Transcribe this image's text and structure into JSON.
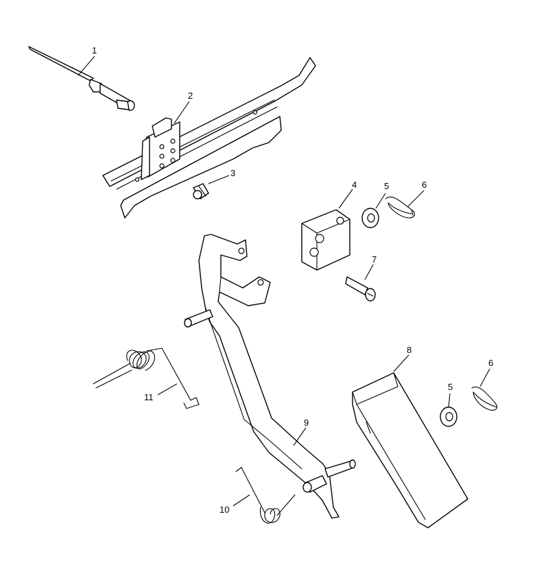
{
  "callouts": [
    {
      "id": "c1",
      "label": "1"
    },
    {
      "id": "c2",
      "label": "2"
    },
    {
      "id": "c3",
      "label": "3"
    },
    {
      "id": "c4",
      "label": "4"
    },
    {
      "id": "c5a",
      "label": "5"
    },
    {
      "id": "c6a",
      "label": "6"
    },
    {
      "id": "c7",
      "label": "7"
    },
    {
      "id": "c8",
      "label": "8"
    },
    {
      "id": "c6b",
      "label": "6"
    },
    {
      "id": "c5b",
      "label": "5"
    },
    {
      "id": "c9",
      "label": "9"
    },
    {
      "id": "c11",
      "label": "11"
    },
    {
      "id": "c10",
      "label": "10"
    }
  ]
}
